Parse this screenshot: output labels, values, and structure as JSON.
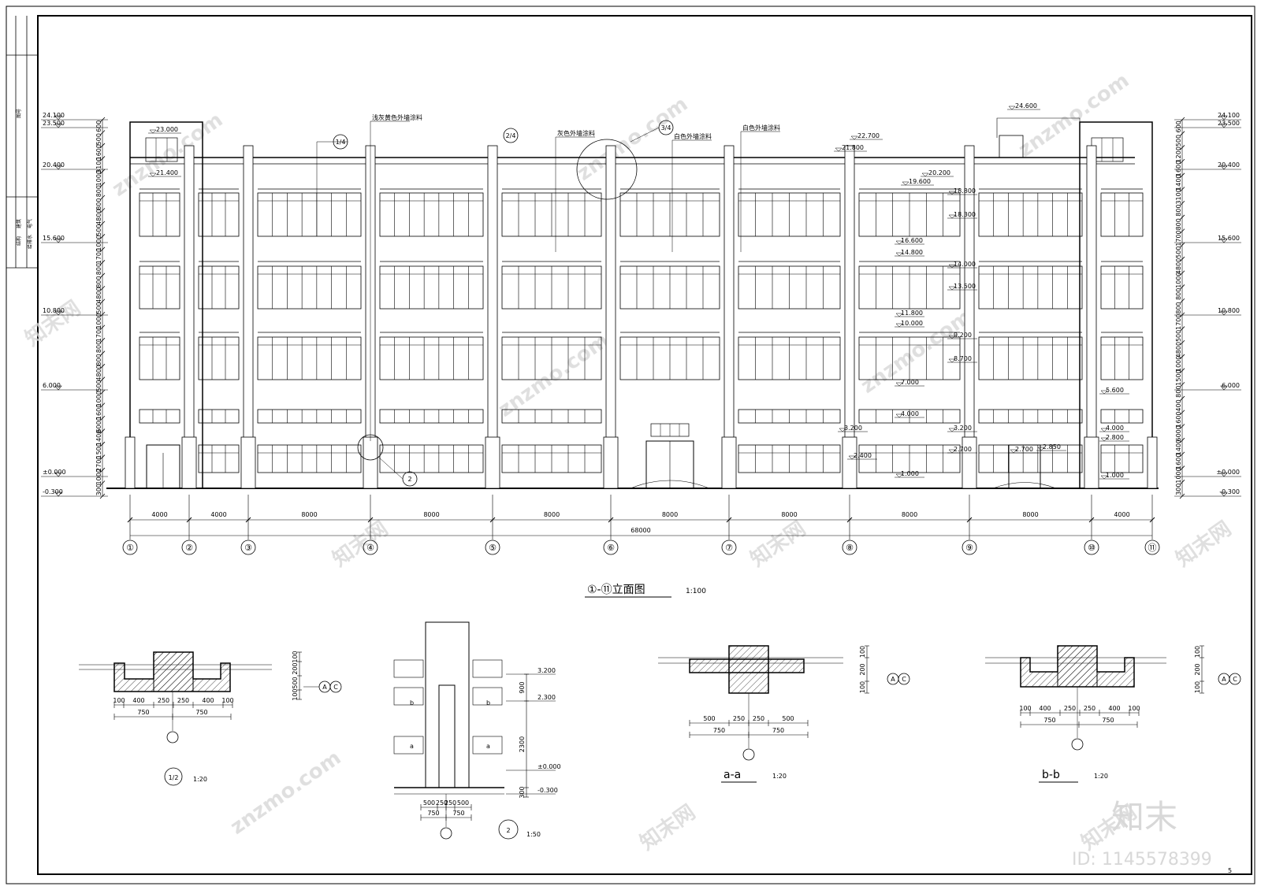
{
  "elevation": {
    "title": "①-⑪立面图",
    "scale": "1:100",
    "overall_dim": "68000",
    "bay_dims": [
      "4000",
      "4000",
      "8000",
      "8000",
      "8000",
      "8000",
      "8000",
      "8000",
      "8000",
      "4000"
    ],
    "axes": [
      "①",
      "②",
      "③",
      "④",
      "⑤",
      "⑥",
      "⑦",
      "⑧",
      "⑨",
      "⑩",
      "⑪"
    ],
    "left_levels": [
      "24.100",
      "23.500",
      "20.400",
      "15.600",
      "10.800",
      "6.000",
      "±0.000",
      "-0.300"
    ],
    "right_levels": [
      "24.100",
      "23.500",
      "20.400",
      "15.600",
      "10.800",
      "6.000",
      "±0.000",
      "-0.300"
    ],
    "left_dims": [
      "600",
      "500",
      "1600",
      "3100",
      "1000",
      "800",
      "800",
      "4800",
      "500",
      "1000",
      "1700",
      "800",
      "800",
      "4800",
      "500",
      "1000",
      "1700",
      "800",
      "800",
      "4800",
      "500",
      "1000",
      "1600",
      "6000",
      "1400",
      "1500",
      "2700",
      "1000",
      "300"
    ],
    "right_dims": [
      "600",
      "500",
      "1200",
      "1600",
      "1400",
      "3100",
      "800",
      "800",
      "1700",
      "500",
      "4800",
      "1000",
      "800",
      "800",
      "1700",
      "500",
      "4800",
      "1000",
      "1500",
      "800",
      "400",
      "1600",
      "6000",
      "1400",
      "1600",
      "1000",
      "300"
    ],
    "top_marks": [
      "23.000",
      "21.400",
      "24.600",
      "22.700",
      "21.800",
      "20.200",
      "19.600"
    ],
    "mid_levels": [
      "18.800",
      "18.300",
      "16.600",
      "14.800",
      "14.000",
      "13.500",
      "11.800",
      "10.000",
      "9.200",
      "8.700",
      "7.000",
      "4.000",
      "3.200",
      "2.400",
      "1.000",
      "3.200",
      "2.700",
      "2.850",
      "2.700",
      "5.600",
      "4.000",
      "2.800",
      "1.000"
    ],
    "notes": [
      "浅灰黄色外墙涂料",
      "灰色外墙涂料",
      "白色外墙涂料",
      "白色外墙涂料"
    ],
    "callouts": [
      "1/4",
      "2/4",
      "3/4",
      "2"
    ]
  },
  "details": [
    {
      "id": "d1",
      "label": "1/2",
      "scale": "1:20",
      "dims_bottom": [
        "100",
        "400",
        "250",
        "250",
        "400",
        "100"
      ],
      "dims_total": [
        "750",
        "750"
      ],
      "dims_side": [
        "100",
        "200",
        "500",
        "100"
      ],
      "axis_tag": "AC"
    },
    {
      "id": "d2",
      "label": "2",
      "scale": "1:50",
      "dims_bottom": [
        "500",
        "250",
        "250",
        "500"
      ],
      "dims_total": [
        "750",
        "750"
      ],
      "dims_side": [
        "900",
        "2300",
        "300"
      ],
      "levels": [
        "3.200",
        "2.300",
        "±0.000",
        "-0.300"
      ],
      "marks": [
        "b",
        "b",
        "a",
        "a"
      ]
    },
    {
      "id": "d3",
      "label": "a-a",
      "scale": "1:20",
      "dims_bottom": [
        "500",
        "250",
        "250",
        "500"
      ],
      "dims_total": [
        "750",
        "750"
      ],
      "dims_side": [
        "100",
        "200",
        "100"
      ],
      "axis_tag": "AC"
    },
    {
      "id": "d4",
      "label": "b-b",
      "scale": "1:20",
      "dims_bottom": [
        "100",
        "400",
        "250",
        "250",
        "400",
        "100"
      ],
      "dims_total": [
        "750",
        "750"
      ],
      "dims_side": [
        "100",
        "200",
        "100"
      ],
      "axis_tag": "AC"
    }
  ],
  "title_block": {
    "labels": [
      "建筑",
      "结构",
      "电气",
      "给排水",
      "图号"
    ]
  },
  "watermark": {
    "site": "znzmo.com",
    "brand": "知末网",
    "logo": "知末",
    "id": "ID: 1145578399",
    "page": "5"
  }
}
